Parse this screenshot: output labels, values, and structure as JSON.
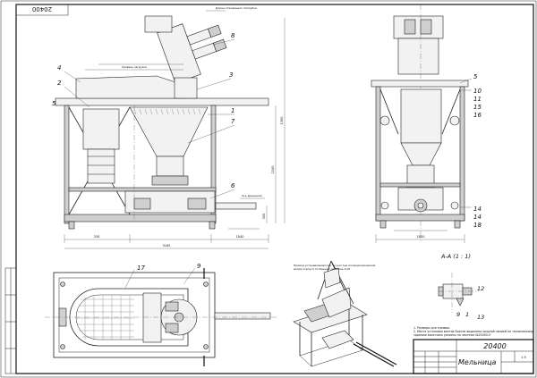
{
  "sheet": {
    "stamp_top": "20400",
    "drawing_number": "20400",
    "title": "Мельница",
    "section_label": "A-A (1 : 1)",
    "sheet_info": "1:5",
    "notes": [
      "1. Размеры для справок.",
      "2. Места установки винтов Бортик выделены жирной линией по техническому",
      "заданию заказчика указаны на чертеже №20400-Л"
    ],
    "iso_note": [
      "Привод устанавливается с точностью позиционирования",
      "валов корпуса по биению не более 0,05"
    ]
  },
  "callouts": {
    "front": [
      "1",
      "2",
      "3",
      "4",
      "5",
      "6",
      "7",
      "8"
    ],
    "side": [
      "5",
      "10",
      "11",
      "15",
      "16",
      "14",
      "14",
      "18"
    ],
    "plan": [
      "17",
      "9"
    ],
    "section": [
      "9",
      "1",
      "12",
      "13"
    ]
  },
  "dimensions": {
    "front_bottom": [
      "330",
      "3165",
      "1040"
    ],
    "front_side": [
      "1300",
      "2100",
      "300"
    ],
    "side_bottom": "1800",
    "front_labels": [
      "Уровень загрузки",
      "Длина отводящего патрубка",
      "Ось вращения"
    ]
  }
}
